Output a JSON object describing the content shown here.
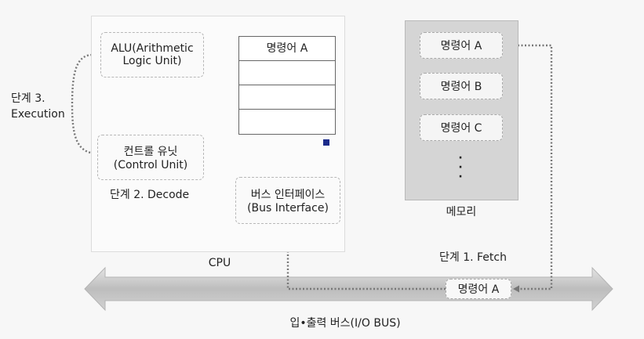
{
  "cpu": {
    "label": "CPU",
    "alu": {
      "line1": "ALU(Arithmetic",
      "line2": "Logic Unit)"
    },
    "control_unit": {
      "line1": "컨트롤 유닛",
      "line2": "(Control Unit)"
    },
    "bus_interface": {
      "line1": "버스 인터페이스",
      "line2": "(Bus Interface)"
    },
    "register_rows": [
      "명령어 A",
      "",
      "",
      ""
    ],
    "step2": "단계 2. Decode"
  },
  "step3": {
    "line1": "단계 3.",
    "line2": "Execution"
  },
  "memory": {
    "label": "메모리",
    "items": [
      "명령어 A",
      "명령어 B",
      "명령어 C"
    ],
    "ellipsis": "·\n·\n·"
  },
  "bus": {
    "label": "입•출력 버스(I/O  BUS)",
    "step1": "단계 1. Fetch",
    "packet": "명령어 A"
  },
  "colors": {
    "bus_arrow": "#c6c6c6",
    "memory_bg": "#d5d5d5",
    "dotted_line": "#777777",
    "blue_marker": "#1a2a8a"
  }
}
